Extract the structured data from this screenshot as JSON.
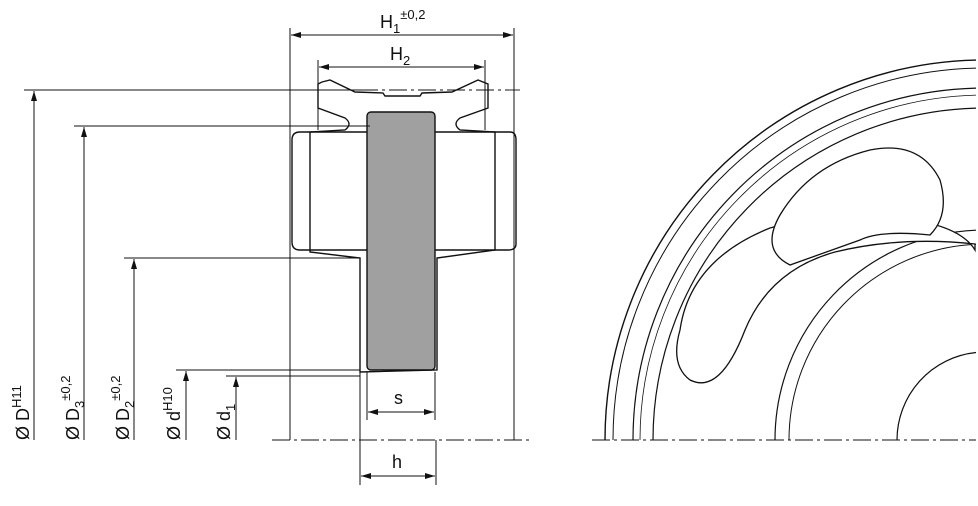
{
  "labels": {
    "H1": "H",
    "H1_sub": "1",
    "H1_tol": "±0,2",
    "H2": "H",
    "H2_sub": "2",
    "S": "s",
    "h": "h",
    "D": "Ø D",
    "D_tol": "H11",
    "D3": "Ø D",
    "D3_sub": "3",
    "D3_tol": "±0,2",
    "D2": "Ø D",
    "D2_sub": "2",
    "D2_tol": "±0,2",
    "d": "Ø d",
    "d_tol": "H10",
    "d1": "Ø d",
    "d1_sub": "1"
  },
  "colors": {
    "tire": "#555555",
    "hub": "#a0a0a0",
    "tread": "#ffffff",
    "line": "#111111"
  }
}
